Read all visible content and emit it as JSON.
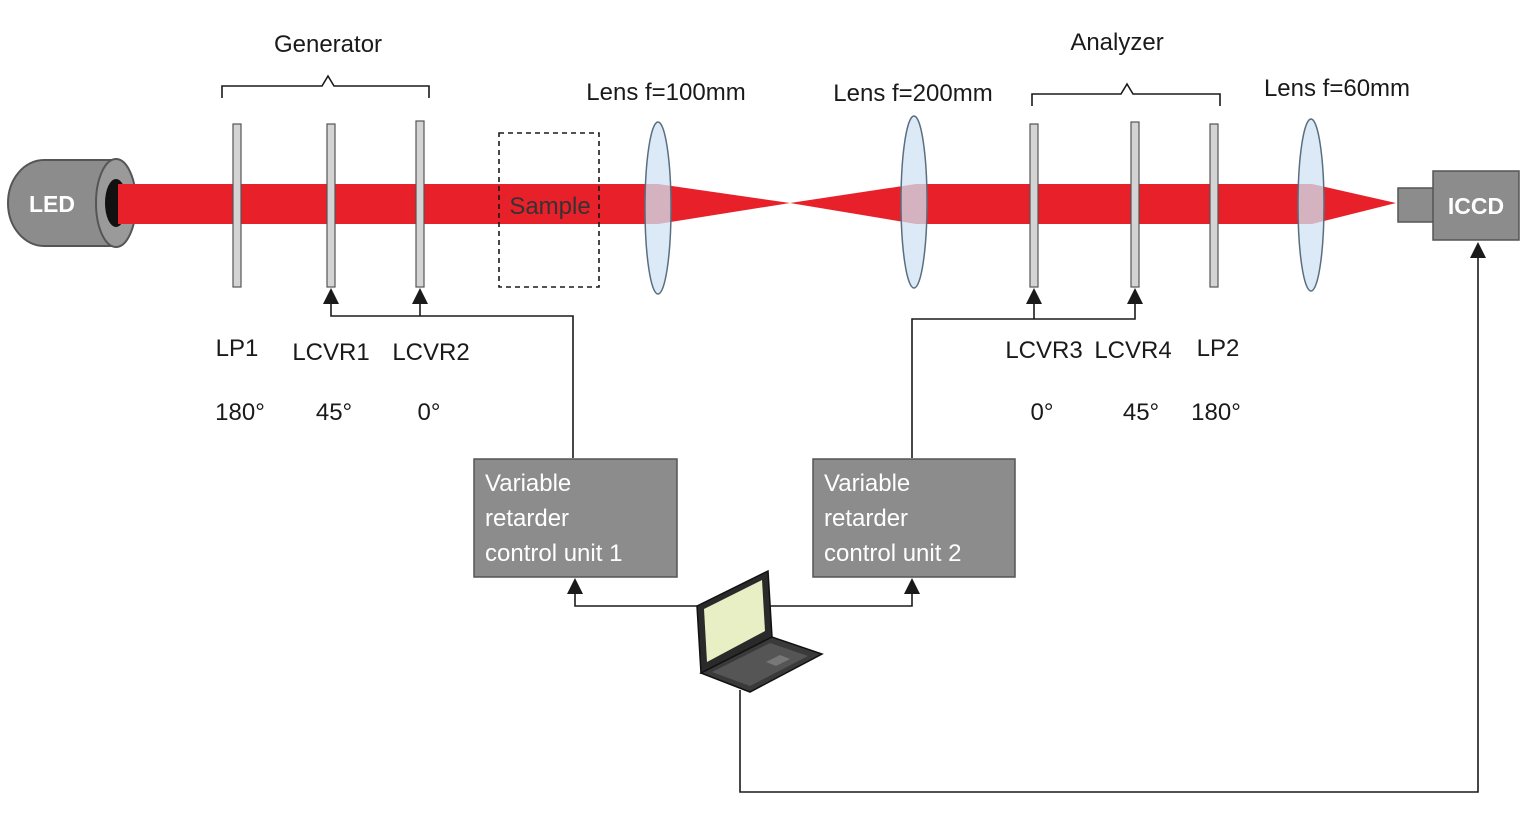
{
  "groups": {
    "generator": "Generator",
    "analyzer": "Analyzer"
  },
  "source": {
    "label": "LED"
  },
  "detector": {
    "label": "ICCD"
  },
  "sample": {
    "label": "Sample"
  },
  "lenses": [
    {
      "label": "Lens f=100mm"
    },
    {
      "label": "Lens f=200mm"
    },
    {
      "label": "Lens f=60mm"
    }
  ],
  "components": [
    {
      "name": "LP1",
      "angle": "180°"
    },
    {
      "name": "LCVR1",
      "angle": "45°"
    },
    {
      "name": "LCVR2",
      "angle": "0°"
    },
    {
      "name": "LCVR3",
      "angle": "0°"
    },
    {
      "name": "LCVR4",
      "angle": "45°"
    },
    {
      "name": "LP2",
      "angle": "180°"
    }
  ],
  "control_units": [
    {
      "lines": [
        "Variable",
        "retarder",
        "control unit 1"
      ]
    },
    {
      "lines": [
        "Variable",
        "retarder",
        "control unit 2"
      ]
    }
  ],
  "colors": {
    "beam": "#e8202a",
    "device": "#8c8c8c",
    "plate": "#d4d4d4",
    "lens": "#cfe3f3",
    "lens_edge": "#5a6e80",
    "control_box": "#8c8c8c"
  }
}
